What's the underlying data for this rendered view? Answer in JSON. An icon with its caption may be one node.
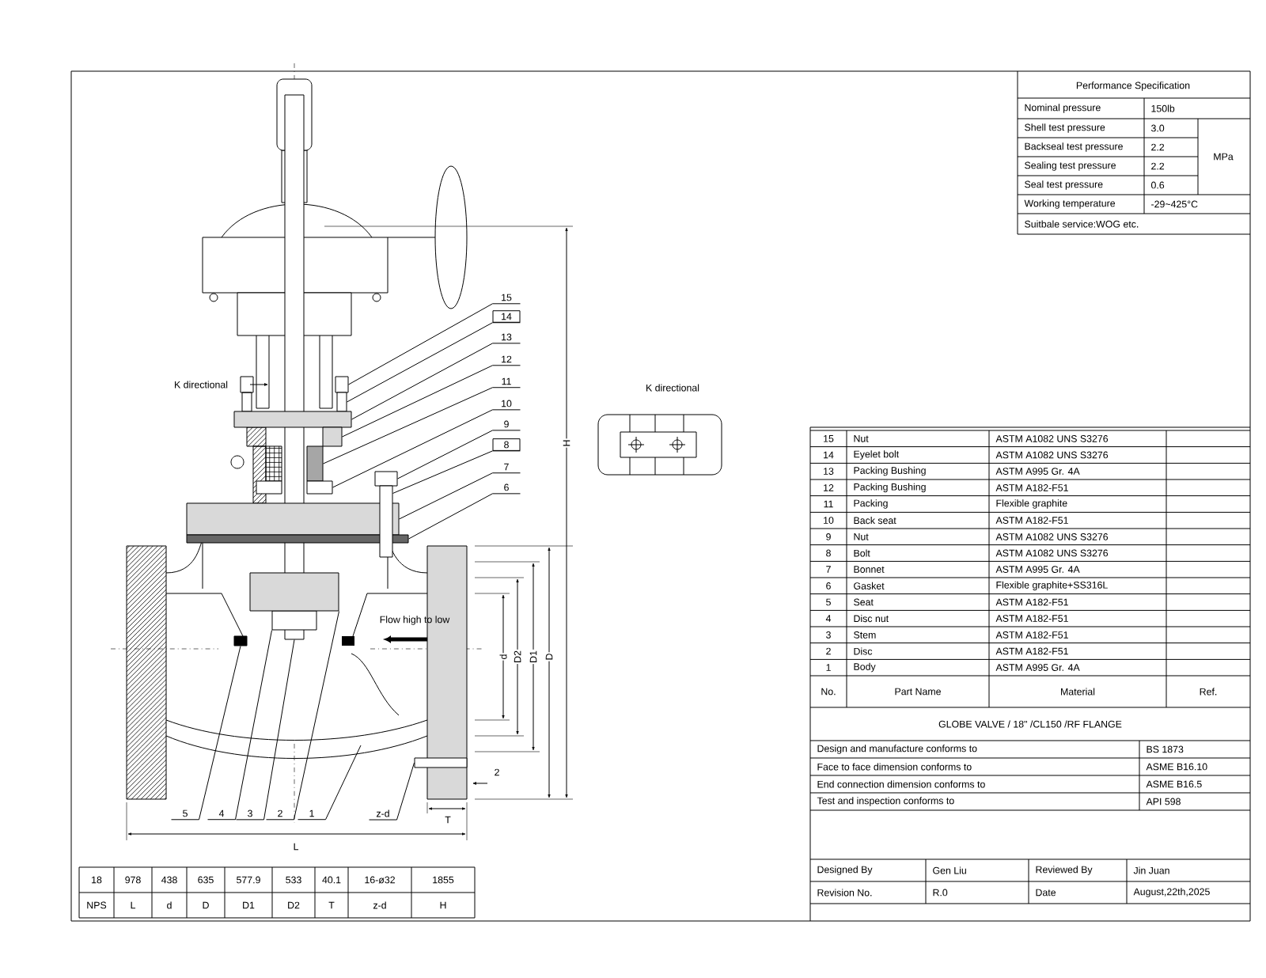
{
  "diagram": {
    "nodes": [
      {
        "text": [
          "15"
        ]
      },
      {
        "text": [
          "14"
        ]
      },
      {
        "text": [
          "13"
        ]
      },
      {
        "text": [
          "12"
        ]
      },
      {
        "text": [
          "11"
        ]
      },
      {
        "text": [
          "10"
        ]
      },
      {
        "text": [
          "9"
        ]
      },
      {
        "text": [
          "8"
        ]
      },
      {
        "text": [
          "7"
        ]
      },
      {
        "text": [
          "6"
        ]
      },
      {
        "text": [
          "5"
        ]
      },
      {
        "text": [
          "4"
        ]
      },
      {
        "text": [
          "3"
        ]
      },
      {
        "text": [
          "2"
        ]
      },
      {
        "text": [
          "1"
        ]
      },
      {
        "text": [
          "z-d"
        ]
      },
      {
        "text": [],
        "shape": "box"
      },
      {
        "text": [],
        "shape": "bar"
      },
      {
        "text": [],
        "shape": "box"
      },
      {
        "text": [],
        "shape": "box"
      },
      {
        "text": [],
        "shape": "box"
      },
      {
        "text": [],
        "shape": "box"
      },
      {
        "text": [],
        "shape": "box"
      },
      {
        "text": [],
        "shape": "bar"
      },
      {
        "text": [],
        "shape": "box"
      },
      {
        "text": [],
        "shape": "bar"
      },
      {
        "text": [],
        "shape": "box",
        "in": 30
      },
      {
        "text": [],
        "shape": "box",
        "in": 30
      },
      {
        "text": [],
        "shape": "bar"
      },
      {
        "text": [],
        "shape": "box",
        "in": 30
      },
      {
        "text": [],
        "shape": "picture"
      },
      {
        "text": [],
        "shape": "box",
        "in": 30
      }
    ],
    "edges": [
      {
        "from": 0,
        "to": 16,
        "arrow": "none"
      },
      {
        "from": 1,
        "to": 17,
        "arrow": "none"
      },
      {
        "from": 2,
        "to": 18,
        "arrow": "none"
      },
      {
        "from": 3,
        "to": 19,
        "arrow": "none"
      },
      {
        "from": 4,
        "to": 20,
        "arrow": "none"
      },
      {
        "from": 5,
        "to": 21,
        "arrow": "none"
      },
      {
        "from": 6,
        "to": 22,
        "arrow": "none"
      },
      {
        "from": 7,
        "to": 23,
        "arrow": "none"
      },
      {
        "from": 8,
        "to": 24,
        "arrow": "none"
      },
      {
        "from": 9,
        "to": 25,
        "arrow": "none"
      },
      {
        "from": 10,
        "to": 26,
        "arrow": "none"
      },
      {
        "from": 11,
        "to": 27,
        "arrow": "none"
      },
      {
        "from": 12,
        "to": 28,
        "arrow": "none"
      },
      {
        "from": 13,
        "to": 29,
        "arrow": "none"
      },
      {
        "from": 14,
        "to": 30,
        "arrow": "none"
      },
      {
        "from": 15,
        "to": 31,
        "arrow": "none"
      }
    ],
    "labels": [
      "Performance Specification",
      "Nominal pressure",
      "150lb",
      "Shell test pressure",
      "3.0",
      "MPa",
      "Backseal test pressure",
      "2.2",
      "Sealing test pressure",
      "2.2",
      "Seal test pressure",
      "0.6",
      "Working temperature",
      "-29~425°C",
      "Suitbale service:WOG etc.",
      "K directional",
      "K directional",
      "H",
      "Flow high to low",
      "d",
      "D2",
      "D1",
      "D",
      "2",
      "T",
      "L",
      "15",
      "Nut",
      "ASTM A1082 UNS S3276",
      "14",
      "Eyelet bolt",
      "ASTM A1082 UNS S3276",
      "13",
      "Packing Bushing",
      "ASTM A995 Gr. 4A",
      "12",
      "Packing Bushing",
      "ASTM A182-F51",
      "11",
      "Packing",
      "Flexible graphite",
      "10",
      "Back seat",
      "ASTM A182-F51",
      "9",
      "Nut",
      "ASTM A1082 UNS S3276",
      "8",
      "Bolt",
      "ASTM A1082 UNS S3276",
      "7",
      "Bonnet",
      "ASTM A995 Gr. 4A",
      "6",
      "Gasket",
      "Flexible graphite+SS316L",
      "5",
      "Seat",
      "ASTM A182-F51",
      "4",
      "Disc nut",
      "ASTM A182-F51",
      "3",
      "Stem",
      "ASTM A182-F51",
      "2",
      "Disc",
      "ASTM A182-F51",
      "1",
      "Body",
      "ASTM A995 Gr. 4A",
      "No.",
      "Part Name",
      "Material",
      "Ref.",
      "GLOBE VALVE / 18\" /CL150 /RF FLANGE",
      "Design and manufacture conforms to",
      "BS 1873",
      "Face to face dimension conforms to",
      "ASME B16.10",
      "End connection dimension conforms to",
      "ASME B16.5",
      "Test and inspection conforms to",
      "API 598",
      "Designed By",
      "Gen Liu",
      "Reviewed By",
      "Jin Juan",
      "Revision No.",
      "R.0",
      "Date",
      "August,22th,2025",
      "18",
      "978",
      "438",
      "635",
      "577.9",
      "533",
      "40.1",
      "16-ø32",
      "1855",
      "NPS",
      "L",
      "d",
      "D",
      "D1",
      "D2",
      "T",
      "z-d",
      "H"
    ]
  }
}
